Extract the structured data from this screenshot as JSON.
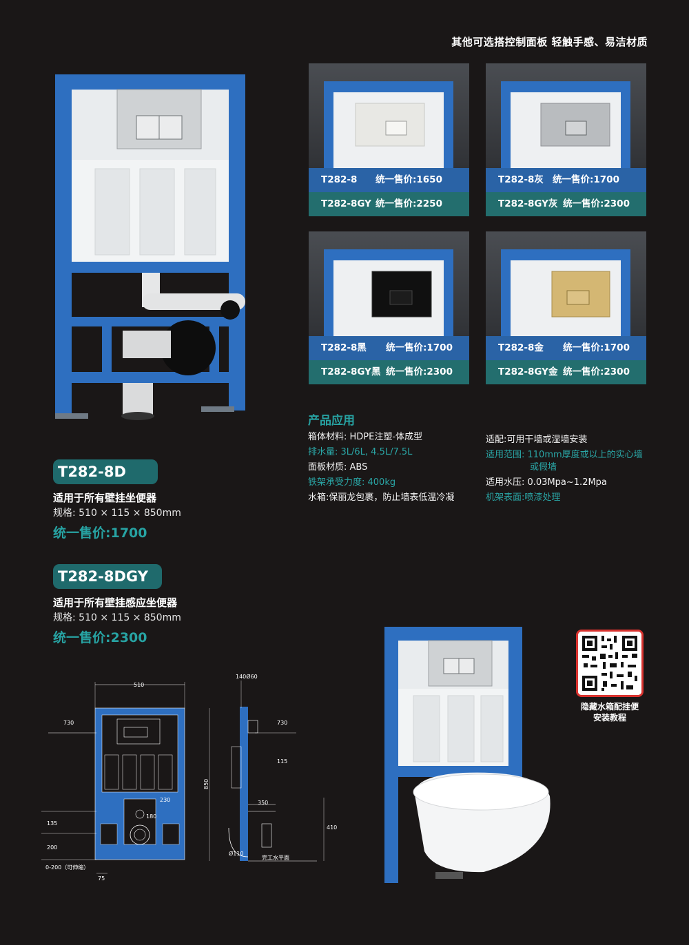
{
  "header": {
    "title": "其他可选搭控制面板 轻触手感、易洁材质"
  },
  "panels": [
    {
      "rows": [
        {
          "model": "T282-8",
          "price": "统一售价:1650"
        },
        {
          "model": "T282-8GY",
          "price": "统一售价:2250"
        }
      ],
      "plate_color": "#e8e8e4"
    },
    {
      "rows": [
        {
          "model": "T282-8灰",
          "price": "统一售价:1700"
        },
        {
          "model": "T282-8GY灰",
          "price": "统一售价:2300"
        }
      ],
      "plate_color": "#b9bcbf"
    },
    {
      "rows": [
        {
          "model": "T282-8黑",
          "price": "统一售价:1700"
        },
        {
          "model": "T282-8GY黑",
          "price": "统一售价:2300"
        }
      ],
      "plate_color": "#101010"
    },
    {
      "rows": [
        {
          "model": "T282-8金",
          "price": "统一售价:1700"
        },
        {
          "model": "T282-8GY金",
          "price": "统一售价:2300"
        }
      ],
      "plate_color": "#d4b773"
    }
  ],
  "application": {
    "title": "产品应用",
    "left": [
      "箱体材料: HDPE注塑-体成型",
      "排水量: 3L/6L, 4.5L/7.5L",
      "面板材质: ABS",
      "铁架承受力度: 400kg",
      "水箱:保丽龙包裹，防止墙表低温冷凝"
    ],
    "right": [
      "适配:可用干墙或湿墙安装",
      "适用范围: 110mm厚度或以上的实心墙",
      "或假墙",
      "适用水压: 0.03Mpa~1.2Mpa",
      "机架表面:喷漆处理"
    ]
  },
  "products": [
    {
      "model": "T282-8D",
      "desc": "适用于所有壁挂坐便器",
      "size": "规格: 510 × 115 × 850mm",
      "price": "统一售价:1700"
    },
    {
      "model": "T282-8DGY",
      "desc": "适用于所有壁挂感应坐便器",
      "size": "规格: 510 × 115 × 850mm",
      "price": "统一售价:2300"
    }
  ],
  "qr": {
    "label_line1": "隐藏水箱配挂便",
    "label_line2": "安装教程"
  },
  "drawing": {
    "w510": "510",
    "d140": "140Ø60",
    "d730a": "730",
    "d730b": "730",
    "d115": "115",
    "d850": "850",
    "d230": "230",
    "d180": "180",
    "d350": "350",
    "d410": "410",
    "d135": "135",
    "d200": "200",
    "d0200": "0-200（可伸缩）",
    "d75": "75",
    "d110": "Ø110",
    "floor": "完工水平面"
  },
  "colors": {
    "teal": "#27a3a3",
    "frame_blue": "#2e6fc0",
    "row_blue": "#2a63a6",
    "row_teal": "#236e6e"
  }
}
